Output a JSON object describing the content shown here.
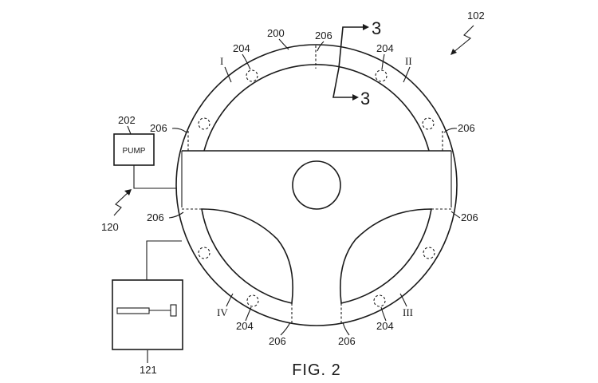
{
  "labels": {
    "assembly": "102",
    "rim": "200",
    "pump_box": "PUMP",
    "pump_ref": "202",
    "system_ref": "120",
    "controller_ref": "121",
    "sensor": "204",
    "divider": "206",
    "section_marker": "3",
    "zone_1": "I",
    "zone_2": "II",
    "zone_3": "III",
    "zone_4": "IV",
    "figure": "FIG. 2"
  }
}
